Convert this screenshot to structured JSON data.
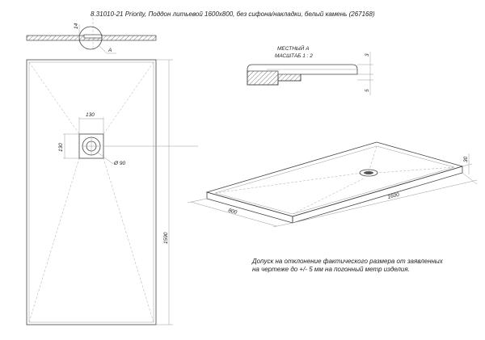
{
  "title": "8.31010-21 Priority, Поддон литьевой 1600х800, без сифона/накладки, белый камень (267168)",
  "section": {
    "detail_marker": "A",
    "dim_thickness": "14"
  },
  "detail": {
    "title_line1": "МЕСТНЫЙ А",
    "title_line2": "МАСШТАБ 1 : 2",
    "dim_top": "3",
    "dim_bottom": "5"
  },
  "plan": {
    "dim_drain_w": "130",
    "dim_drain_h": "130",
    "dim_drain_d": "Ø 90",
    "dim_length": "1590"
  },
  "iso": {
    "dim_width": "800",
    "dim_length": "1600",
    "dim_height": "30"
  },
  "note": "Допуск на отклонение фактического размера от заявленных на чертеже до +/- 5 мм на погонный метр изделия."
}
